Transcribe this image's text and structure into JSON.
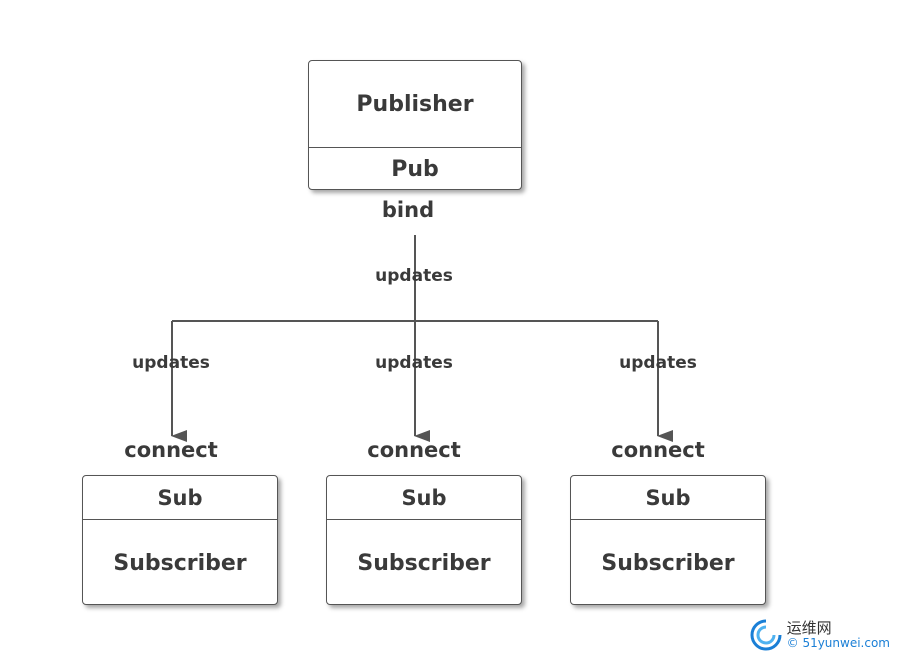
{
  "publisher": {
    "name": "Publisher",
    "socket": "Pub",
    "socket_action": "bind"
  },
  "edge_labels": {
    "center_top": "updates",
    "left": "updates",
    "middle": "updates",
    "right": "updates"
  },
  "subscribers": [
    {
      "socket_action": "connect",
      "socket": "Sub",
      "name": "Subscriber"
    },
    {
      "socket_action": "connect",
      "socket": "Sub",
      "name": "Subscriber"
    },
    {
      "socket_action": "connect",
      "socket": "Sub",
      "name": "Subscriber"
    }
  ],
  "watermark": {
    "top": "运维网",
    "bottom": "51yunwei.com",
    "symbol": "©"
  }
}
